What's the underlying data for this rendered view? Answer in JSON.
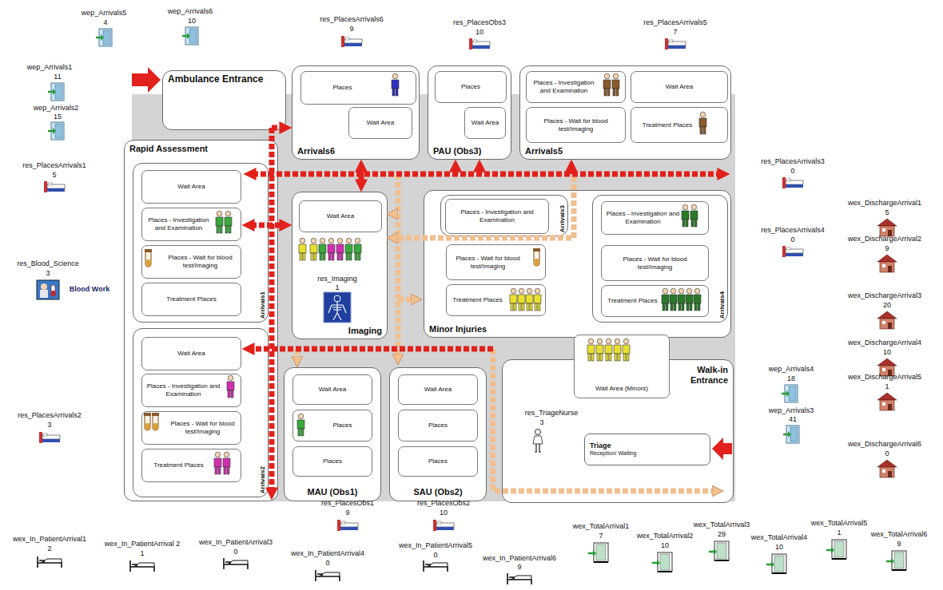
{
  "diagram": {
    "nodes": [
      {
        "text": [
          "Ambulance Entrance"
        ]
      },
      {
        "text": [
          "Arrivals6"
        ]
      },
      {
        "text": [
          "Places"
        ],
        "in": 1
      },
      {
        "text": [
          "Wait Area"
        ],
        "in": 1
      },
      {
        "text": [
          "PAU (Obs3)"
        ]
      },
      {
        "text": [
          "Places"
        ],
        "in": 4
      },
      {
        "text": [
          "Wait Area"
        ],
        "in": 4
      },
      {
        "text": [
          "Arrivals5"
        ]
      },
      {
        "text": [
          "Places - Investigation and Examination"
        ],
        "in": 7
      },
      {
        "text": [
          "Wait Area"
        ],
        "in": 7
      },
      {
        "text": [
          "Places - Wait for blood test/Imaging"
        ],
        "in": 7
      },
      {
        "text": [
          "Treatment Places"
        ],
        "in": 7
      },
      {
        "text": [
          "Rapid Assessment"
        ]
      },
      {
        "text": [
          "Arrivals1"
        ],
        "in": 12
      },
      {
        "text": [
          "Wait Area"
        ],
        "in": 13
      },
      {
        "text": [
          "Places - Investigation and Examination"
        ],
        "in": 13
      },
      {
        "text": [
          "Places - Wait for blood test/Imaging"
        ],
        "in": 13
      },
      {
        "text": [
          "Treatment Places"
        ],
        "in": 13
      },
      {
        "text": [
          "Arrivals2"
        ],
        "in": 12
      },
      {
        "text": [
          "Wait Area"
        ],
        "in": 18
      },
      {
        "text": [
          "Places - Investigation and Examination"
        ],
        "in": 18
      },
      {
        "text": [
          "Places - Wait for blood test/Imaging"
        ],
        "in": 18
      },
      {
        "text": [
          "Treatment Places"
        ],
        "in": 18
      },
      {
        "text": [
          "Imaging"
        ]
      },
      {
        "text": [
          "Wait Area"
        ],
        "in": 23
      },
      {
        "text": [
          "Minor Injuries"
        ]
      },
      {
        "text": [
          "Arrivals3"
        ],
        "in": 25
      },
      {
        "text": [
          "Places - Investigation and Examination"
        ],
        "in": 26
      },
      {
        "text": [
          "Places - Wait for blood test/Imaging"
        ],
        "in": 25
      },
      {
        "text": [
          "Treatment Places"
        ],
        "in": 25
      },
      {
        "text": [
          "Arrivals4"
        ],
        "in": 25
      },
      {
        "text": [
          "Places - Investigation and Examination"
        ],
        "in": 30
      },
      {
        "text": [
          "Places - Wait for blood test/Imaging"
        ],
        "in": 30
      },
      {
        "text": [
          "Treatment Places"
        ],
        "in": 30
      },
      {
        "text": [
          "MAU (Obs1)"
        ]
      },
      {
        "text": [
          "Wait Area"
        ],
        "in": 34
      },
      {
        "text": [
          "Places"
        ],
        "in": 34
      },
      {
        "text": [
          "Places"
        ],
        "in": 34
      },
      {
        "text": [
          "SAU (Obs2)"
        ]
      },
      {
        "text": [
          "Wait Area"
        ],
        "in": 38
      },
      {
        "text": [
          "Places"
        ],
        "in": 38
      },
      {
        "text": [
          "Places"
        ],
        "in": 38
      },
      {
        "text": [
          "Walk-in Entrance"
        ]
      },
      {
        "text": [
          "Wait Area (Minors)"
        ],
        "in": 42
      },
      {
        "text": [
          "Triage",
          "Reception/ Waiting"
        ],
        "in": 42
      }
    ],
    "labels": [
      "wep_Arrivals5",
      "4",
      "wep_Arrivals6",
      "10",
      "res_PlacesArrivals6",
      "9",
      "res_PlacesObs3",
      "10",
      "res_PlacesArrivals5",
      "7",
      "wep_Arrivals1",
      "11",
      "wep_Arrivals2",
      "15",
      "res_PlacesArrivals1",
      "5",
      "res_Blood_Science",
      "3",
      "Blood Work",
      "res_PlacesArrivals2",
      "3",
      "res_Imaging",
      "1",
      "res_TriageNurse",
      "3",
      "res_PlacesArrivals3",
      "0",
      "res_PlacesArrivals4",
      "0",
      "wex_DischargeArrival1",
      "5",
      "wex_DischargeArrival2",
      "9",
      "wex_DischargeArrival3",
      "20",
      "wex_DischargeArrival4",
      "10",
      "wex_DischargeArrival5",
      "1",
      "wex_DischargeArrival6",
      "0",
      "wep_Arrivals4",
      "18",
      "wep_Arrivals3",
      "41",
      "res_PlacesObs1",
      "9",
      "res_PlacesObs2",
      "10",
      "wex_In_PatientArrival1",
      "2",
      "wex_In_PatientArrival 2",
      "1",
      "wex_In_PatientArrival3",
      "0",
      "wex_In_PatientArrival4",
      "0",
      "wex_In_PatientArrival5",
      "0",
      "wex_In_PatientArrival6",
      "9",
      "wex_TotalArrival1",
      "7",
      "wex_TotalArrival2",
      "10",
      "wex_TotalArrival3",
      "29",
      "wex_TotalArrival4",
      "10",
      "wex_TotalArrival5",
      "1",
      "wex_TotalArrival6",
      "9"
    ]
  }
}
